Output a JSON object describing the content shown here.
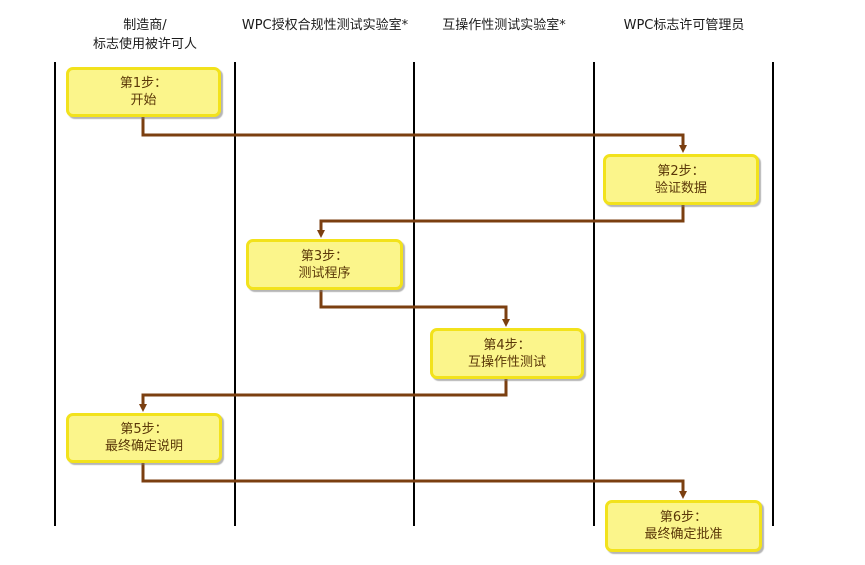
{
  "headers": {
    "col1_line1": "制造商/",
    "col1_line2": "标志使用被许可人",
    "col2": "WPC授权合规性测试实验室*",
    "col3": "互操作性测试实验室*",
    "col4": "WPC标志许可管理员"
  },
  "steps": [
    {
      "title": "第1步：",
      "name": "开始",
      "lane": 1
    },
    {
      "title": "第2步：",
      "name": "验证数据",
      "lane": 4
    },
    {
      "title": "第3步：",
      "name": "测试程序",
      "lane": 2
    },
    {
      "title": "第4步：",
      "name": "互操作性测试",
      "lane": 3
    },
    {
      "title": "第5步：",
      "name": "最终确定说明",
      "lane": 1
    },
    {
      "title": "第6步：",
      "name": "最终确定批准",
      "lane": 4
    }
  ],
  "colors": {
    "box_fill": "#fbf58b",
    "box_border": "#f2e21c",
    "box_text": "#5a3708",
    "arrow": "#7b3f10",
    "lane_line": "#000000"
  }
}
